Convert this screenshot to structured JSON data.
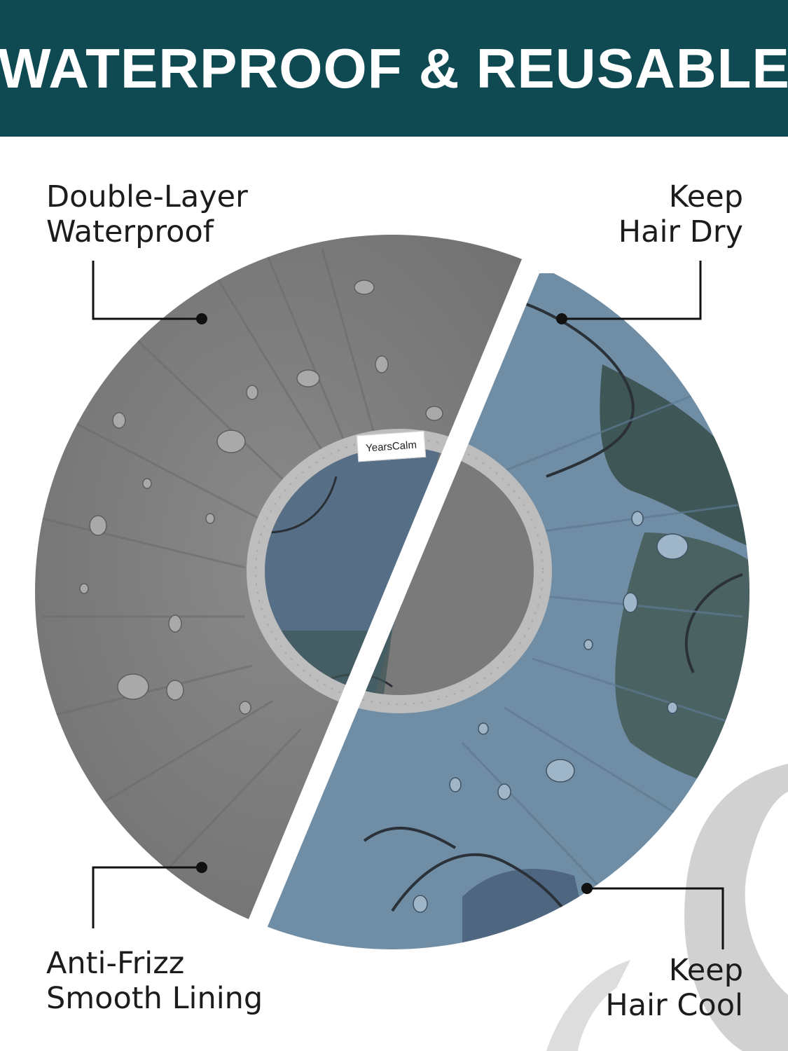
{
  "banner": {
    "title": "WATERPROOF & REUSABLE"
  },
  "labels": {
    "top_left": {
      "line1": "Double-Layer",
      "line2": "Waterproof"
    },
    "top_right": {
      "line1": "Keep",
      "line2": "Hair Dry"
    },
    "bottom_left": {
      "line1": "Anti-Frizz",
      "line2": "Smooth Lining"
    },
    "bottom_right": {
      "line1": "Keep",
      "line2": "Hair Cool"
    }
  },
  "brand_tag": "YearsCalm",
  "colors": {
    "banner": "#0f4a53",
    "cap_gray": "#7e7e7e",
    "cap_blue": "#6f8ea6",
    "cap_teal": "#3f5656",
    "elastic": "#bdbdbd",
    "text": "#1c1c1c"
  }
}
